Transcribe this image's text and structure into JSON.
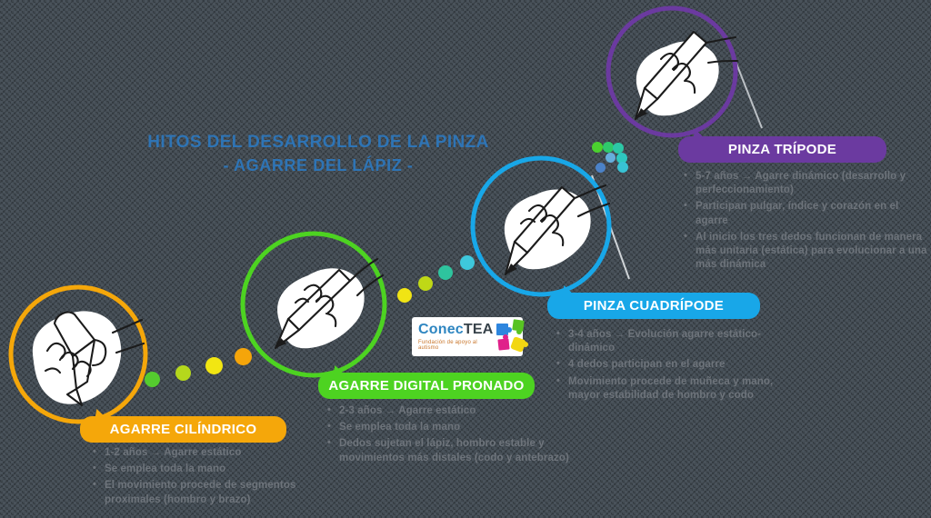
{
  "title": {
    "line1": "HITOS DEL DESARROLLO DE LA PINZA",
    "line2": "- AGARRE DEL LÁPIZ -",
    "color": "#2E74B5"
  },
  "text_color": "#6E747B",
  "logo": {
    "brand_conec": "Conec",
    "brand_tea": "TEA",
    "tagline": "Fundación de apoyo al autismo",
    "puzzle_colors": [
      "#2E86DE",
      "#58C322",
      "#E0218A",
      "#F2D713"
    ]
  },
  "stages": [
    {
      "label": "AGARRE CILÍNDRICO",
      "color": "#F5A70A",
      "bullets": [
        "1-2 años → Agarre estático",
        "Se emplea toda la mano",
        "El movimiento procede de segmentos proximales (hombro y brazo)"
      ]
    },
    {
      "label": "AGARRE DIGITAL PRONADO",
      "color": "#4DD321",
      "bullets": [
        "2-3 años → Agarre estático",
        "Se emplea toda la mano",
        "Dedos sujetan el lápiz, hombro estable y movimientos más distales (codo y antebrazo)"
      ]
    },
    {
      "label": "PINZA CUADRÍPODE",
      "color": "#18A7E8",
      "bullets": [
        "3-4 años → Evolución agarre estático-dinámico",
        "4 dedos participan en el agarre",
        "Movimiento procede de muñeca y mano, mayor estabilidad de hombro y codo"
      ]
    },
    {
      "label": "PINZA TRÍPODE",
      "color": "#6B3AA0",
      "bullets": [
        "5-7 años → Agarre dinámico (desarrollo y perfeccionamiento)",
        "Participan pulgar, índice y corazón en el agarre",
        "Al inicio los tres dedos funcionan de manera más unitaria (estática) para evolucionar a una más dinámica"
      ]
    }
  ],
  "dot_trails": [
    {
      "colors": [
        "#55CC2F",
        "#B5D81C",
        "#F2E612",
        "#F5A50A"
      ]
    },
    {
      "colors": [
        "#F0E414",
        "#BFD816",
        "#2EC49E",
        "#3EC8DC"
      ]
    },
    {
      "colors": [
        "#4BD12F",
        "#2FC96B",
        "#2CC7A6",
        "#66AEDC",
        "#2EC7C0",
        "#4B82C8",
        "#38C2D4"
      ]
    }
  ]
}
